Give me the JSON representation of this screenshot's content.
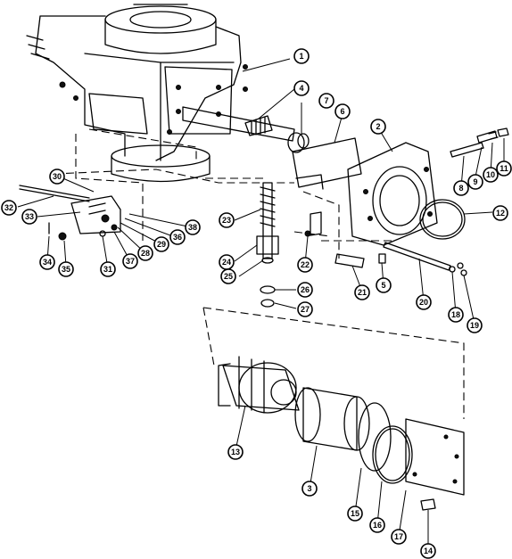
{
  "callouts": [
    {
      "id": "c1",
      "label": "1"
    },
    {
      "id": "c2",
      "label": "2"
    },
    {
      "id": "c3",
      "label": "3"
    },
    {
      "id": "c4",
      "label": "4"
    },
    {
      "id": "c5",
      "label": "5"
    },
    {
      "id": "c6",
      "label": "6"
    },
    {
      "id": "c7",
      "label": "7"
    },
    {
      "id": "c8",
      "label": "8"
    },
    {
      "id": "c9",
      "label": "9"
    },
    {
      "id": "c10",
      "label": "10"
    },
    {
      "id": "c11",
      "label": "11"
    },
    {
      "id": "c12",
      "label": "12"
    },
    {
      "id": "c13",
      "label": "13"
    },
    {
      "id": "c14",
      "label": "14"
    },
    {
      "id": "c15",
      "label": "15"
    },
    {
      "id": "c16",
      "label": "16"
    },
    {
      "id": "c17",
      "label": "17"
    },
    {
      "id": "c18",
      "label": "18"
    },
    {
      "id": "c19",
      "label": "19"
    },
    {
      "id": "c20",
      "label": "20"
    },
    {
      "id": "c21",
      "label": "21"
    },
    {
      "id": "c22",
      "label": "22"
    },
    {
      "id": "c23",
      "label": "23"
    },
    {
      "id": "c24",
      "label": "24"
    },
    {
      "id": "c25",
      "label": "25"
    },
    {
      "id": "c26",
      "label": "26"
    },
    {
      "id": "c27",
      "label": "27"
    },
    {
      "id": "c28",
      "label": "28"
    },
    {
      "id": "c29",
      "label": "29"
    },
    {
      "id": "c30",
      "label": "30"
    },
    {
      "id": "c31",
      "label": "31"
    },
    {
      "id": "c32",
      "label": "32"
    },
    {
      "id": "c33",
      "label": "33"
    },
    {
      "id": "c34",
      "label": "34"
    },
    {
      "id": "c35",
      "label": "35"
    },
    {
      "id": "c36",
      "label": "36"
    },
    {
      "id": "c37",
      "label": "37"
    },
    {
      "id": "c38",
      "label": "38"
    }
  ],
  "colors": {
    "ink": "#000000",
    "paper": "#ffffff"
  }
}
